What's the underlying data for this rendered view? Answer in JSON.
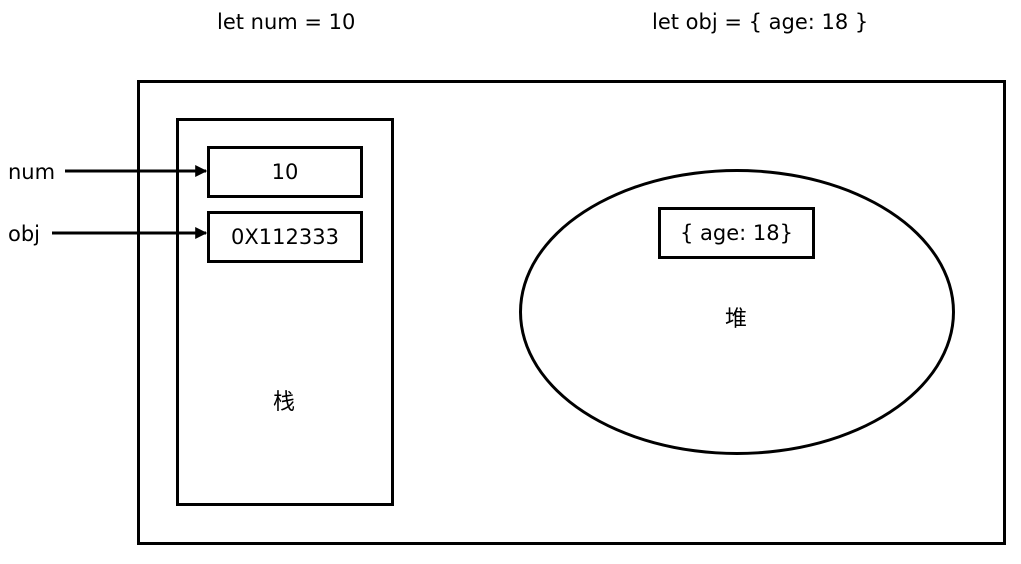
{
  "code": {
    "num_declaration": "let num = 10",
    "obj_declaration": "let obj = { age: 18 }"
  },
  "variables": {
    "num": "num",
    "obj": "obj"
  },
  "stack": {
    "label": "栈",
    "cells": {
      "num_value": "10",
      "obj_address": "0X112333"
    }
  },
  "heap": {
    "label": "堆",
    "object": "{ age: 18}"
  }
}
